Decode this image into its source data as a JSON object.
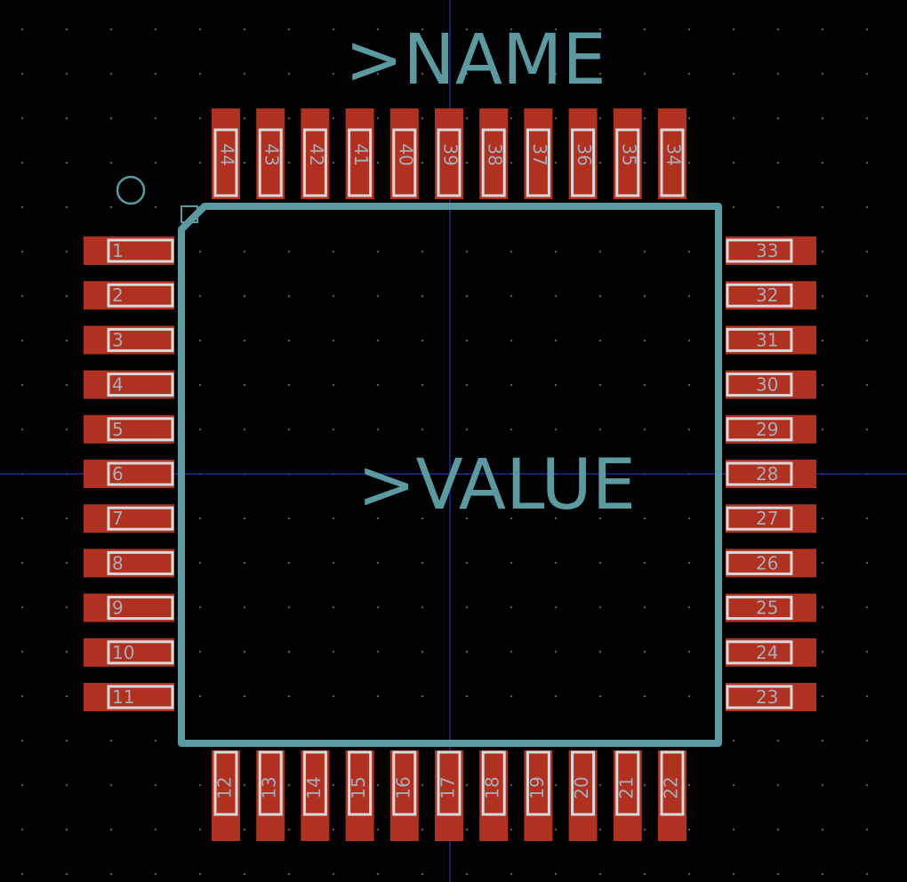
{
  "labels": {
    "name": ">NAME",
    "value": ">VALUE"
  },
  "pins": {
    "left": [
      "1",
      "2",
      "3",
      "4",
      "5",
      "6",
      "7",
      "8",
      "9",
      "10",
      "11"
    ],
    "bottom": [
      "12",
      "13",
      "14",
      "15",
      "16",
      "17",
      "18",
      "19",
      "20",
      "21",
      "22"
    ],
    "right": [
      "23",
      "24",
      "25",
      "26",
      "27",
      "28",
      "29",
      "30",
      "31",
      "32",
      "33"
    ],
    "top": [
      "34",
      "35",
      "36",
      "37",
      "38",
      "39",
      "40",
      "41",
      "42",
      "43",
      "44"
    ]
  },
  "colors": {
    "background": "#000000",
    "pad": "#b0311f",
    "silkscreen": "#5b9aa0",
    "pin_outline": "#d9d9d9",
    "pin_number": "#a8acb8",
    "crosshair": "#1a2a9a"
  }
}
